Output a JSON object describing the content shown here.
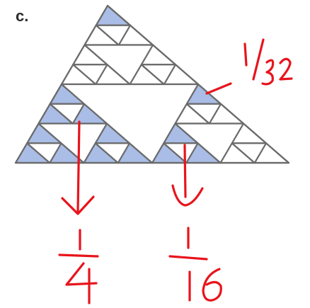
{
  "figure": {
    "part_label": "c.",
    "annotations": [
      {
        "name": "annotation-1-32",
        "text": "1/32"
      },
      {
        "name": "annotation-1-4",
        "text": "1/4"
      },
      {
        "name": "annotation-1-16",
        "text": "1/16"
      }
    ]
  },
  "colors": {
    "shaded": "#a9bde6",
    "unshaded": "#ffffff",
    "edges": "#6b6b6b",
    "ink": "#e8141c"
  }
}
